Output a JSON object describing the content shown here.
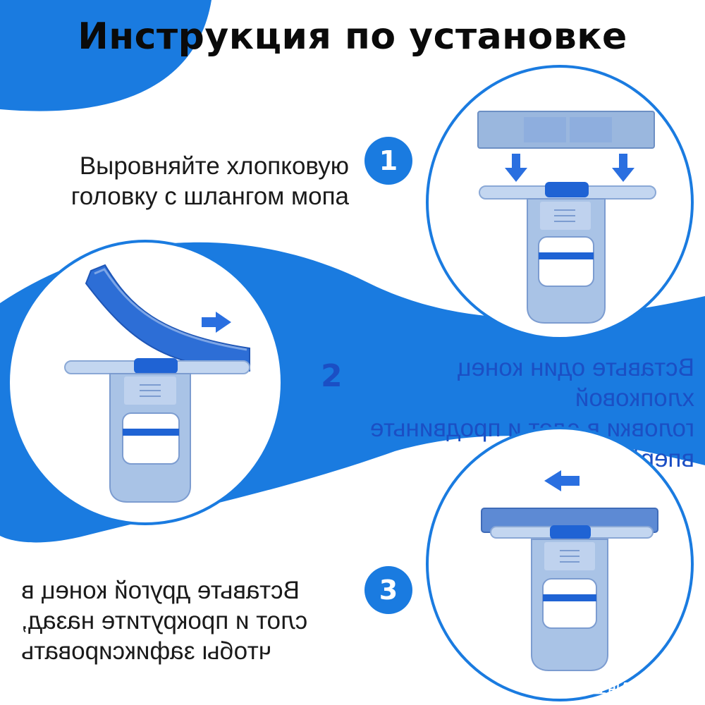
{
  "title": "Инструкция по установке",
  "steps": [
    {
      "number": "1",
      "text": "Выровняйте хлопковую\nголовку с шлангом мопа"
    },
    {
      "number": "2",
      "text": "Вставьте один конец хлопковой\nголовки в слот и продвиньте\nвперёд"
    },
    {
      "number": "3",
      "text": "Вставьте другой конец в\nслот и прокрутите назад,\nчтобы зафиксировать"
    }
  ],
  "watermark": "豆包AI生成",
  "colors": {
    "accent": "#1a7be0",
    "deep_blue": "#1b4fc4",
    "light_blue": "#a9c3e6",
    "arrow": "#2a6fe0"
  },
  "icons": [
    "down-arrow-icon",
    "right-arrow-icon",
    "left-arrow-icon"
  ]
}
